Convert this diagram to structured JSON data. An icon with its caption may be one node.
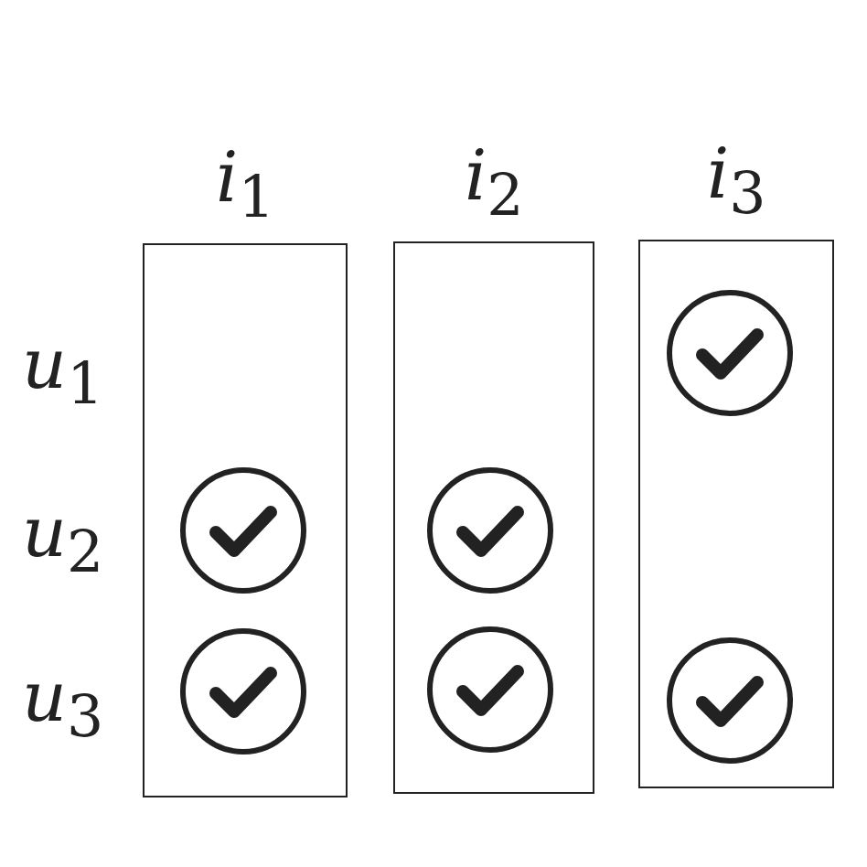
{
  "diagram": {
    "nodes": [
      {
        "text": [
          "*i*$_{1}$"
        ]
      },
      {
        "text": [],
        "shape": "circle",
        "in": 0
      },
      {
        "text": [],
        "shape": "circle",
        "in": 0
      },
      {
        "text": [
          "*i*$_{2}$"
        ]
      },
      {
        "text": [],
        "shape": "circle",
        "in": 3
      },
      {
        "text": [],
        "shape": "circle",
        "in": 3
      },
      {
        "text": [
          "*i*$_{3}$"
        ]
      },
      {
        "text": [],
        "shape": "circle",
        "in": 6
      },
      {
        "text": [],
        "shape": "circle",
        "in": 6
      }
    ],
    "edges": [],
    "labels": [
      "*u*$_{1}$",
      "*u*$_{2}$",
      "*u*$_{3}$"
    ]
  }
}
